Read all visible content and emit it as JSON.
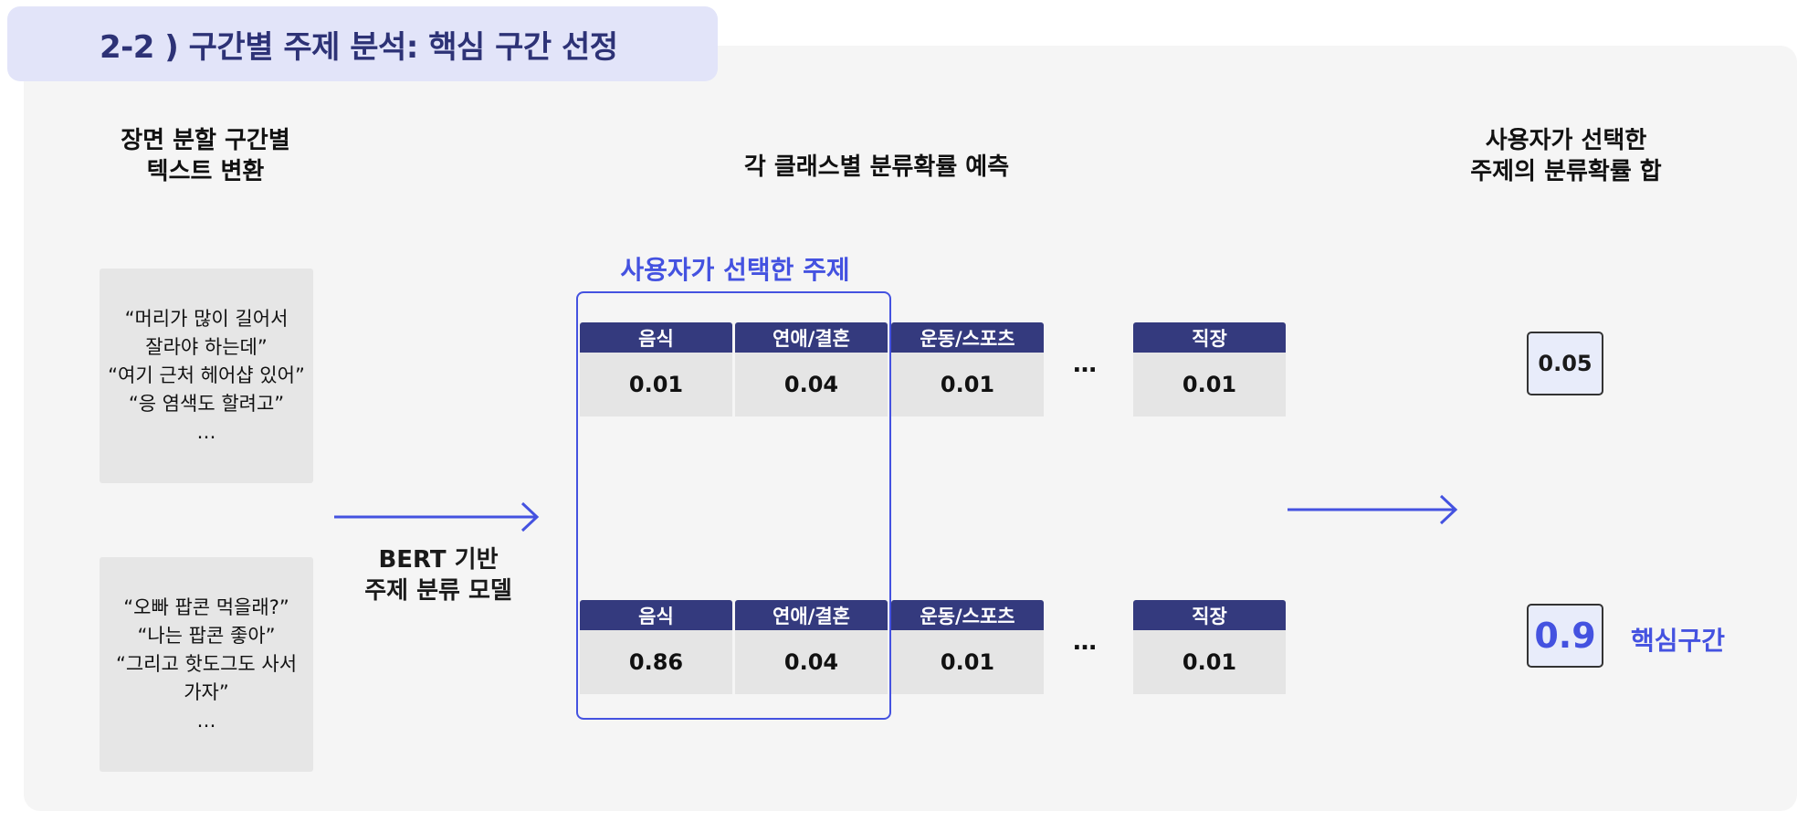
{
  "title": "2-2 ) 구간별 주제 분석: 핵심 구간 선정",
  "columns": {
    "left_heading": [
      "장면 분할 구간별",
      "텍스트 변환"
    ],
    "middle_heading": "각 클래스별 분류확률 예측",
    "right_heading": [
      "사용자가 선택한",
      "주제의 분류확률 합"
    ]
  },
  "segments": [
    {
      "lines": [
        "“머리가 많이 길어서",
        "잘라야 하는데”",
        "“여기 근처 헤어샵 있어”",
        "“응 염색도 할려고”",
        "…"
      ]
    },
    {
      "lines": [
        "“오빠 팝콘 먹을래?”",
        "“나는 팝콘 좋아”",
        "“그리고 핫도그도 사서",
        "가자”",
        "…"
      ]
    }
  ],
  "model_label": [
    "BERT 기반",
    "주제 분류 모델"
  ],
  "selection_label": "사용자가 선택한 주제",
  "classes": [
    "음식",
    "연애/결혼",
    "운동/스포츠",
    "직장"
  ],
  "ellipsis": "…",
  "probabilities": [
    [
      "0.01",
      "0.04",
      "0.01",
      "0.01"
    ],
    [
      "0.86",
      "0.04",
      "0.01",
      "0.01"
    ]
  ],
  "sums": [
    "0.05",
    "0.9"
  ],
  "core_label": "핵심구간",
  "colors": {
    "accent": "#4452e0",
    "header_bg": "#343a7e",
    "title_bg": "#e2e4f9",
    "panel_bg": "#f5f5f5"
  }
}
